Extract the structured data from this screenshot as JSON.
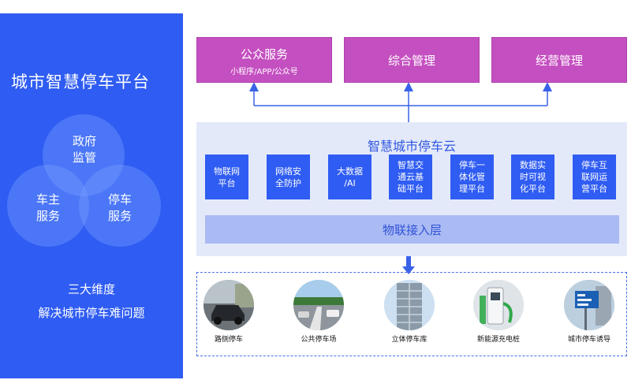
{
  "left_panel": {
    "title": "城市智慧停车平台",
    "circles": [
      {
        "line1": "政府",
        "line2": "监管"
      },
      {
        "line1": "车主",
        "line2": "服务"
      },
      {
        "line1": "停车",
        "line2": "服务"
      }
    ],
    "caption_line1": "三大维度",
    "caption_line2": "解决城市停车难问题"
  },
  "top_boxes": [
    {
      "title": "公众服务",
      "subtitle": "小程序/APP/公众号"
    },
    {
      "title": "综合管理"
    },
    {
      "title": "经营管理"
    }
  ],
  "cloud": {
    "title": "智慧城市停车云",
    "modules": [
      "物联网\n平台",
      "网络安\n全防护",
      "大数据\n/AI",
      "智慧交\n通云基\n础平台",
      "停车一\n体化管\n理平台",
      "数据实\n时可视\n化平台",
      "停车互\n联网运\n营平台"
    ],
    "iot_layer": "物联接入层"
  },
  "scenes": [
    {
      "label": "路侧停车",
      "icon": "roadside-parking-photo"
    },
    {
      "label": "公共停车场",
      "icon": "public-parking-lot-photo"
    },
    {
      "label": "立体停车库",
      "icon": "stereo-garage-photo"
    },
    {
      "label": "新能源充电桩",
      "icon": "ev-charging-pile-photo"
    },
    {
      "label": "城市停车诱导",
      "icon": "parking-guidance-sign-photo"
    }
  ],
  "colors": {
    "left_panel": "#2f5cf2",
    "top_box": "#c44fc0",
    "module": "#2f5cf2",
    "cloud_bg": "#e3e9f9",
    "iot_bar": "#aabaf3",
    "arrow": "#3a62e8"
  }
}
